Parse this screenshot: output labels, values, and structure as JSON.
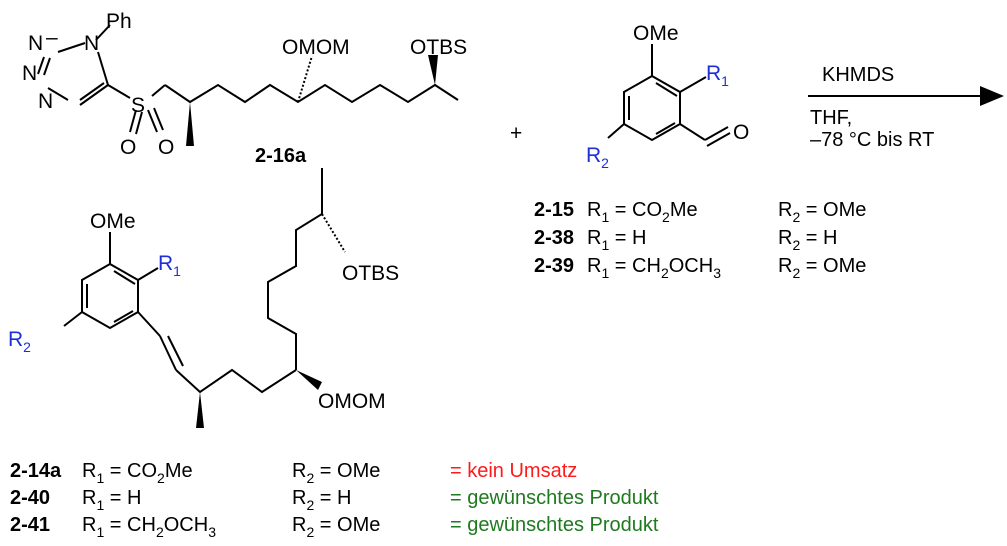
{
  "sulfone": {
    "id": "2-16a",
    "ph": "Ph",
    "n": "N",
    "s": "S",
    "o": "O",
    "omom": "OMOM",
    "otbs": "OTBS"
  },
  "plus": "+",
  "aldehyde": {
    "ome": "OMe",
    "r1": "R",
    "r1_sub": "1",
    "r2": "R",
    "r2_sub": "2",
    "o": "O"
  },
  "conditions": {
    "reagent": "KHMDS",
    "solvent": "THF,",
    "temp": "–78 °C bis RT"
  },
  "aldehyde_table": [
    {
      "id": "2-15",
      "r1": "R",
      "r1_sub": "1",
      "r1_val_a": " = CO",
      "r1_val_sub": "2",
      "r1_val_b": "Me",
      "r2": "R",
      "r2_sub": "2",
      "r2_val": " = OMe"
    },
    {
      "id": "2-38",
      "r1": "R",
      "r1_sub": "1",
      "r1_val_a": " = H",
      "r1_val_sub": "",
      "r1_val_b": "",
      "r2": "R",
      "r2_sub": "2",
      "r2_val": " = H"
    },
    {
      "id": "2-39",
      "r1": "R",
      "r1_sub": "1",
      "r1_val_a": " = CH",
      "r1_val_sub": "2",
      "r1_val_b": "OCH",
      "r1_val_sub2": "3",
      "r2": "R",
      "r2_sub": "2",
      "r2_val": " = OMe"
    }
  ],
  "product": {
    "ome": "OMe",
    "r1": "R",
    "r1_sub": "1",
    "r2": "R",
    "r2_sub": "2",
    "otbs": "OTBS",
    "omom": "OMOM"
  },
  "product_table": [
    {
      "id": "2-14a",
      "r1_val": " = CO",
      "r1_val_sub": "2",
      "r1_val_b": "Me",
      "r2_val": " = OMe",
      "result": "= kein Umsatz",
      "result_color": "#ff1a1a"
    },
    {
      "id": "2-40",
      "r1_val": " = H",
      "r1_val_sub": "",
      "r1_val_b": "",
      "r2_val": " = H",
      "result": "= gewünschtes Produkt",
      "result_color": "#1f7a1f"
    },
    {
      "id": "2-41",
      "r1_val": " = CH",
      "r1_val_sub": "2",
      "r1_val_b": "OCH",
      "r1_val_sub2": "3",
      "r2_val": " = OMe",
      "result": "= gewünschtes Produkt",
      "result_color": "#1f7a1f"
    }
  ],
  "labels": {
    "r": "R",
    "sub1": "1",
    "sub2": "2"
  }
}
